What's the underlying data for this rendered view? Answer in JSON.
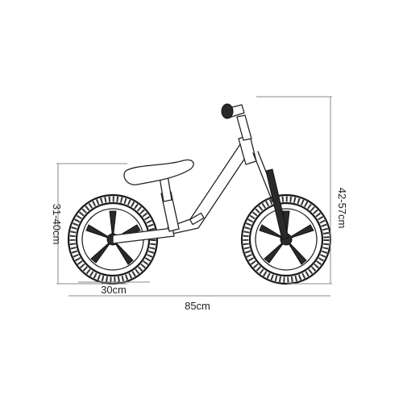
{
  "dimensions": {
    "total_length": "85cm",
    "seat_height": "31-40cm",
    "handlebar_height": "42-57cm",
    "wheel_diameter": "30cm"
  }
}
